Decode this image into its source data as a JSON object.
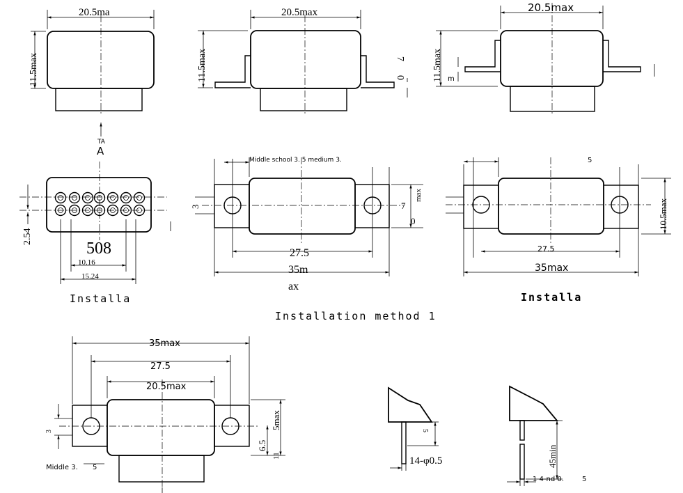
{
  "front_left": {
    "width_label": "20.5ma",
    "height_label": "11.5max",
    "arrow_label_top": "TA",
    "arrow_label": "A"
  },
  "front_mid": {
    "width_label": "20.5max",
    "height_label": "11.5max",
    "side_label_a": "7",
    "side_label_b": "0"
  },
  "front_right": {
    "width_label": "20.5max",
    "height_label": "11.5max",
    "m_label": "m"
  },
  "pin_view": {
    "pitch_v": "2.54",
    "big_label": "508",
    "dim_a": "10.16",
    "dim_b": "15.24",
    "caption": "Installa"
  },
  "top_mid": {
    "note": "Middle school 3.   5 medium 3.",
    "left_label": "3",
    "right_label_a": "max",
    "right_label_b": "7",
    "right_label_c": "0",
    "inner_label": "27.5",
    "outer_label": "35m",
    "outer_label_cont": "ax",
    "caption": "Installation method 1"
  },
  "top_right": {
    "top_label": "5",
    "inner_label": "27.5",
    "outer_label": "35max",
    "height_label": "10.5max",
    "caption": "Installa"
  },
  "bottom_left": {
    "outer_label": "35max",
    "inner_label": "27.5",
    "width_label": "20.5max",
    "height_label_a": "5max",
    "height_label_b": "6.5",
    "height_label_c": "11",
    "left_label": "3",
    "note": "Middle 3.",
    "note_b": "5"
  },
  "pin_details": {
    "pin_a_label": "14-φ0.5",
    "pin_a_len": "5",
    "pin_b_len": "45min",
    "pin_b_note": "1 4-nd 0.",
    "pin_b_note_b": "5"
  }
}
